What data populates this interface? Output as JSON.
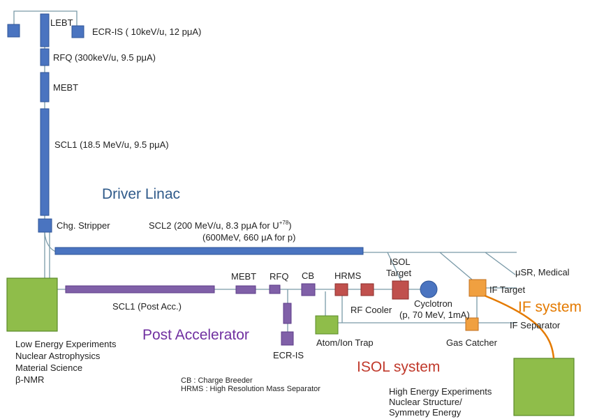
{
  "labels": {
    "lebt": "LEBT",
    "ecr_is": "ECR-IS ( 10keV/u, 12 pμA)",
    "rfq": "RFQ (300keV/u, 9.5 pμA)",
    "mebt": "MEBT",
    "scl1": "SCL1 (18.5 MeV/u, 9.5 pμA)",
    "driver_linac": "Driver Linac",
    "chg_stripper": "Chg. Stripper",
    "scl2_line1_main": "SCL2 (200 MeV/u, 8.3 pμA  for U",
    "scl2_line1_sup": "+78",
    "scl2_line1_close": ")",
    "scl2_line2": "(600MeV, 660 μA  for p)",
    "usr_medical": "μSR, Medical",
    "isol_target_line1": "ISOL",
    "isol_target_line2": "Target",
    "post_mebt": "MEBT",
    "post_rfq": "RFQ",
    "cb": "CB",
    "hrms": "HRMS",
    "if_target": "IF Target",
    "if_system": "IF system",
    "scl1_post": "SCL1 (Post Acc.)",
    "rf_cooler": "RF Cooler",
    "cyclotron_line1": "Cyclotron",
    "cyclotron_line2": "(p, 70 MeV, 1mA)",
    "if_separator": "IF Separator",
    "post_accelerator": "Post Accelerator",
    "atom_ion_trap": "Atom/Ion Trap",
    "gas_catcher": "Gas Catcher",
    "post_ecr_is": "ECR-IS",
    "isol_system": "ISOL system",
    "low_energy": [
      "Low Energy Experiments",
      "Nuclear Astrophysics",
      "Material Science",
      "β-NMR"
    ],
    "legend_cb": "CB : Charge Breeder",
    "legend_hrms": "HRMS : High Resolution  Mass Separator",
    "high_energy": [
      "High Energy Experiments",
      "Nuclear Structure/",
      "Symmetry Energy"
    ]
  },
  "colors": {
    "accelerator_blue": "#4a74c0",
    "post_purple": "#8060a8",
    "isol_red": "#c0504d",
    "if_orange": "#f0a040",
    "experiment_green": "#8fbd4a",
    "line_gray": "#7a9aa8",
    "driver_title": "#2f5a8a",
    "post_title": "#7030a0",
    "isol_title": "#c0392b",
    "if_title": "#e47a00"
  }
}
